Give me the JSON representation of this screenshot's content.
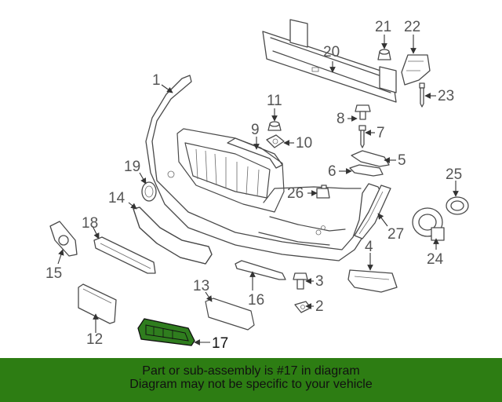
{
  "diagram": {
    "callouts": [
      "1",
      "2",
      "3",
      "4",
      "5",
      "6",
      "7",
      "8",
      "9",
      "10",
      "11",
      "12",
      "13",
      "14",
      "15",
      "16",
      "17",
      "18",
      "19",
      "20",
      "21",
      "22",
      "23",
      "24",
      "25",
      "26",
      "27"
    ],
    "highlighted_part": "17",
    "highlight_color": "#2f7d1e"
  },
  "banner": {
    "line1": "Part or sub-assembly is #17 in diagram",
    "line2": "Diagram may not be specific to your vehicle",
    "background": "#2d7d13"
  }
}
